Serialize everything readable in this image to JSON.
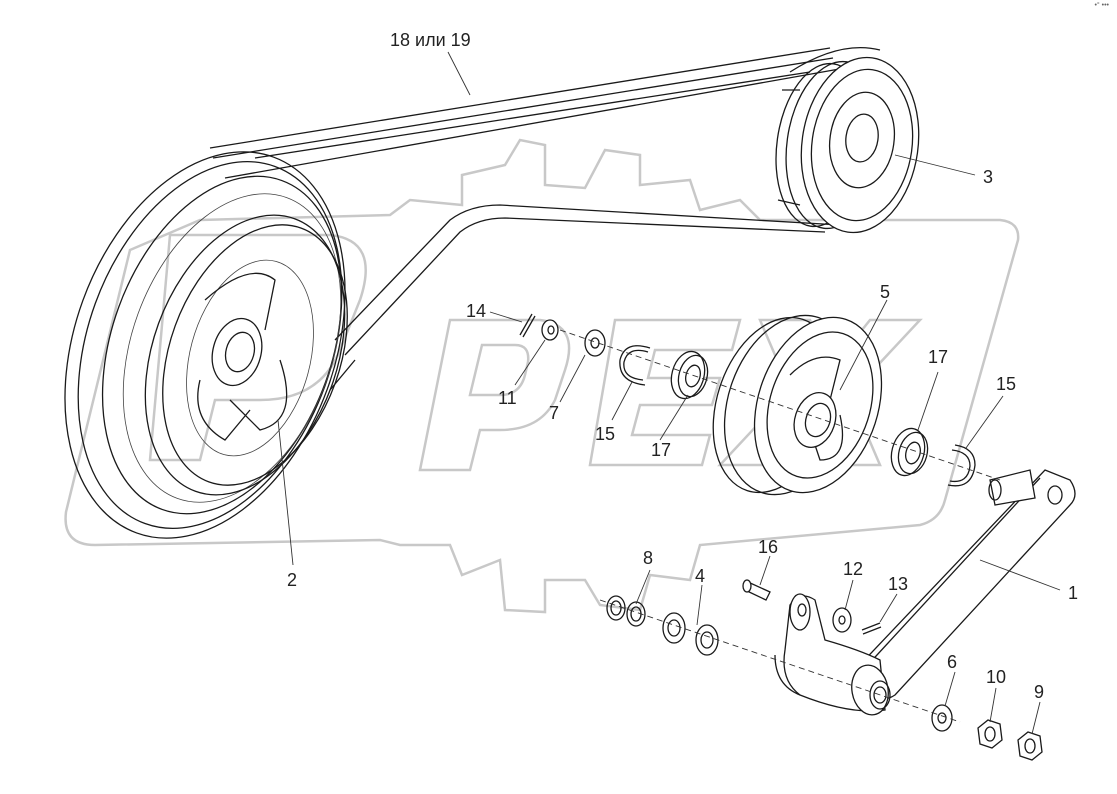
{
  "corner_mark": "•° •••",
  "callouts": {
    "belt": "18 или 19",
    "c1": "1",
    "c2": "2",
    "c3": "3",
    "c4": "4",
    "c5": "5",
    "c6": "6",
    "c7": "7",
    "c8": "8",
    "c9": "9",
    "c10": "10",
    "c11": "11",
    "c12": "12",
    "c13": "13",
    "c14": "14",
    "c15a": "15",
    "c15b": "15",
    "c16": "16",
    "c17a": "17",
    "c17b": "17"
  },
  "colors": {
    "line": "#1a1a1a",
    "watermark": "#c8c8c8",
    "background": "#ffffff"
  }
}
